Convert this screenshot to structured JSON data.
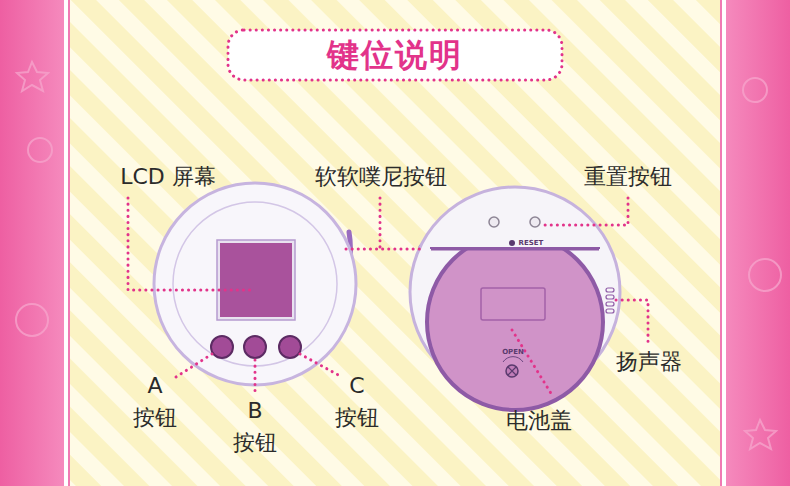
{
  "diagram": {
    "title": "键位说明",
    "labels": [
      "LCD 屏幕",
      "软软噗尼按钮",
      "重置按钮",
      "RESET",
      "OPEN",
      "扬声器",
      "A 按钮",
      "C 按钮",
      "B 按钮",
      "电池盖"
    ]
  }
}
